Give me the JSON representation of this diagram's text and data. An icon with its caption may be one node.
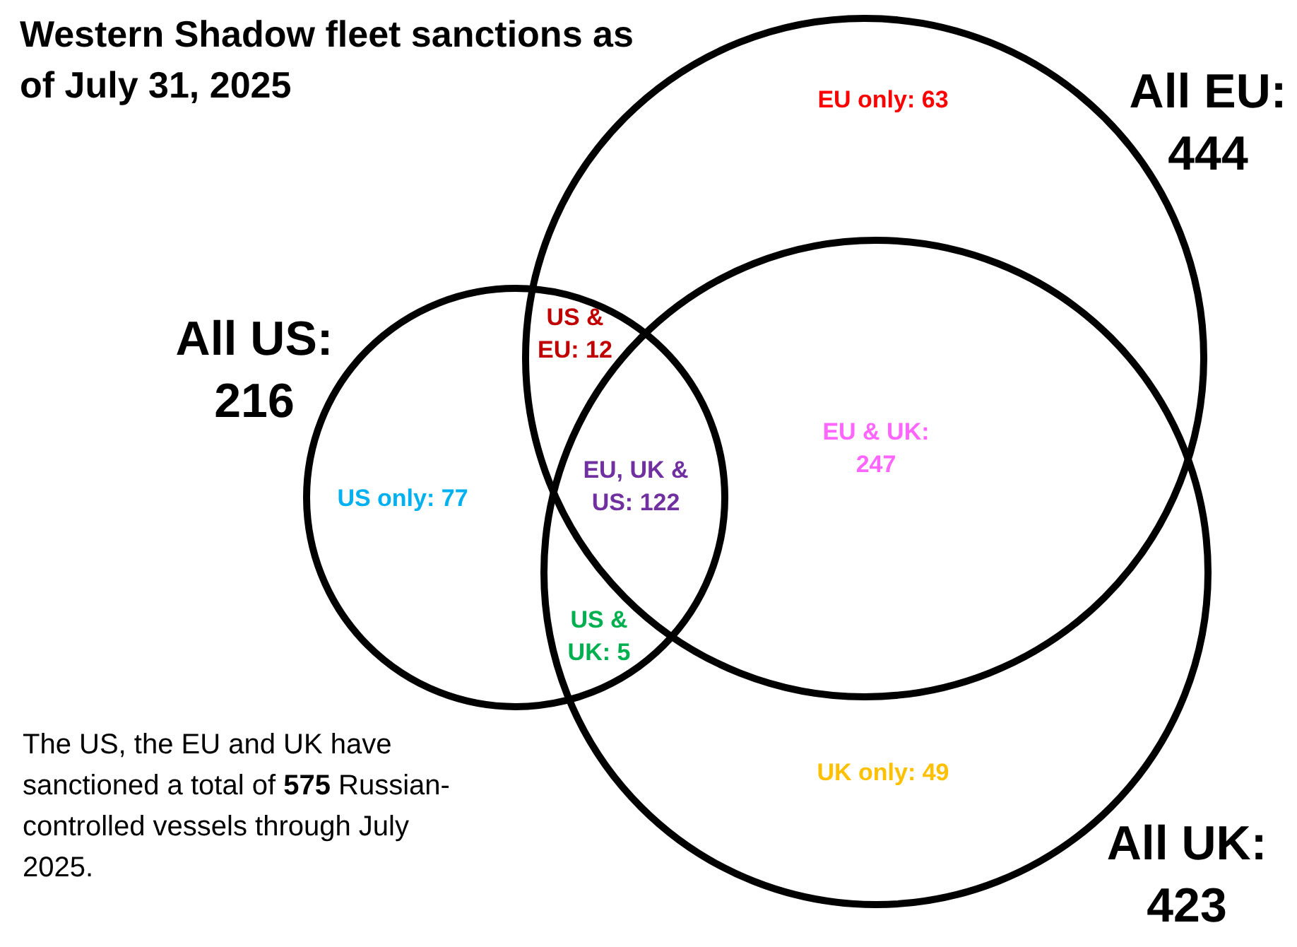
{
  "diagram": {
    "title": "Western Shadow fleet sanctions as of July 31, 2025",
    "caption": "The US, the EU and UK have sanctioned a total of **575** Russian-controlled vessels through July 2025.",
    "nodes": [
      {
        "text": [
          "All US: 216"
        ]
      },
      {
        "text": [
          "All EU: 444"
        ]
      },
      {
        "text": [
          "All UK: 423"
        ]
      }
    ],
    "labels": [
      "EU only: 63",
      "US & EU: 12",
      "EU & UK: 247",
      "US only: 77",
      "EU, UK & US: 122",
      "US & UK: 5",
      "UK only: 49"
    ]
  }
}
